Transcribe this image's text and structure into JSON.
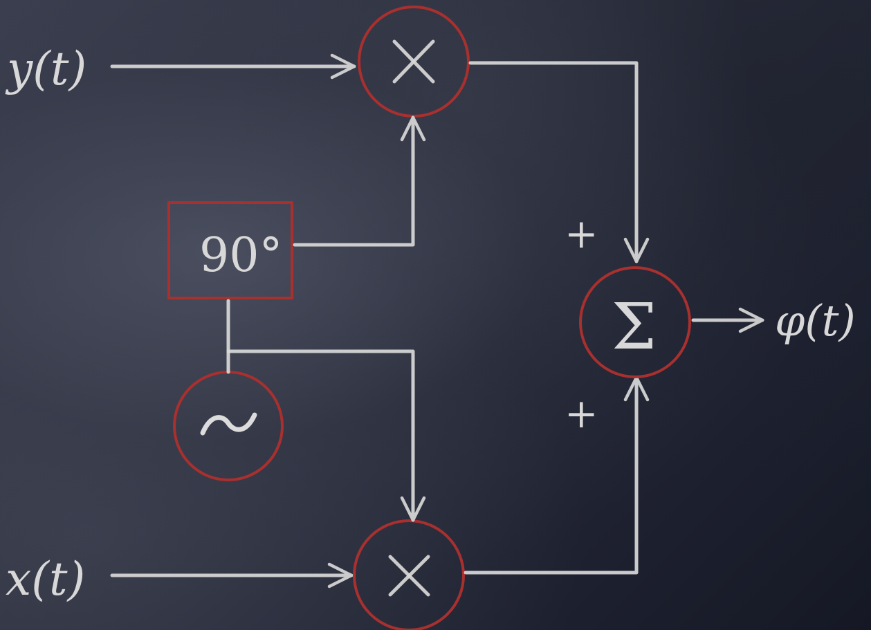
{
  "labels": {
    "input_y": "y(t)",
    "input_x": "x(t)",
    "output": "φ(t)",
    "phase_shift": "90°",
    "oscillator": "~",
    "multiplier_top": "×",
    "multiplier_bottom": "×",
    "summer": "Σ",
    "plus_top": "+",
    "plus_bottom": "+"
  },
  "colors": {
    "chalk": "#d9d9d9",
    "block_outline": "#a8302f",
    "background": "#262a38"
  }
}
